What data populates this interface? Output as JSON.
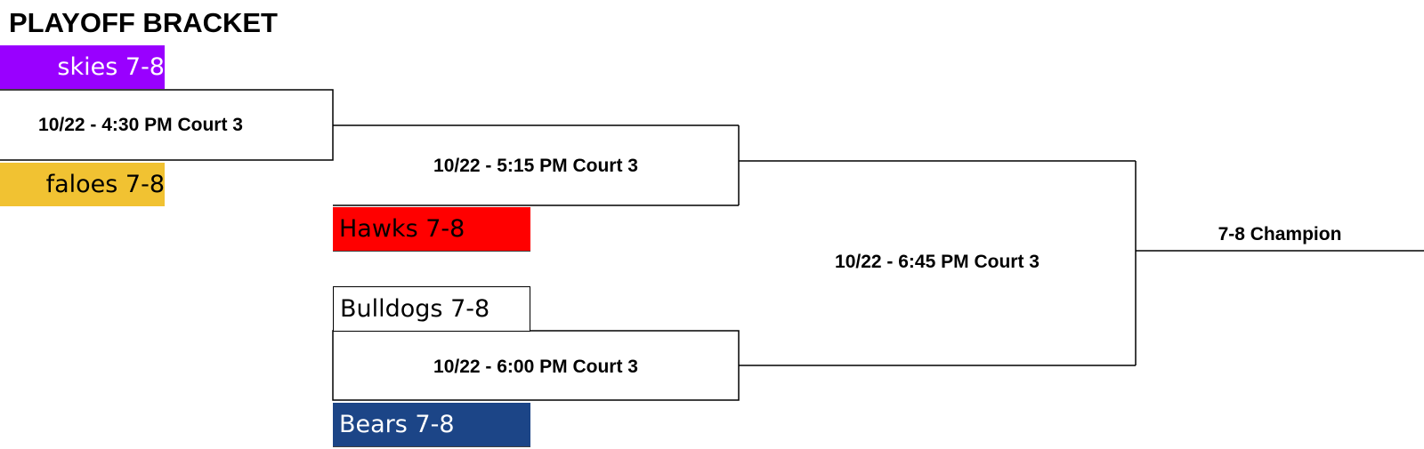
{
  "title": "PLAYOFF BRACKET",
  "colors": {
    "huskies": "#9900ff",
    "buffaloes": "#f1c232",
    "hawks": "#ff0000",
    "bulldogs": "#ffffff",
    "bears": "#1c4587"
  },
  "teams": {
    "huskies": "skies 7-8",
    "buffaloes": "faloes 7-8",
    "hawks": "Hawks 7-8",
    "bulldogs": "Bulldogs 7-8",
    "bears": "Bears 7-8"
  },
  "games": {
    "g1": "10/22 - 4:30 PM Court 3",
    "g2": "10/22 - 5:15 PM Court 3",
    "g3": "10/22 - 6:00 PM Court 3",
    "g4": "10/22 - 6:45 PM Court 3"
  },
  "champion": "7-8 Champion"
}
